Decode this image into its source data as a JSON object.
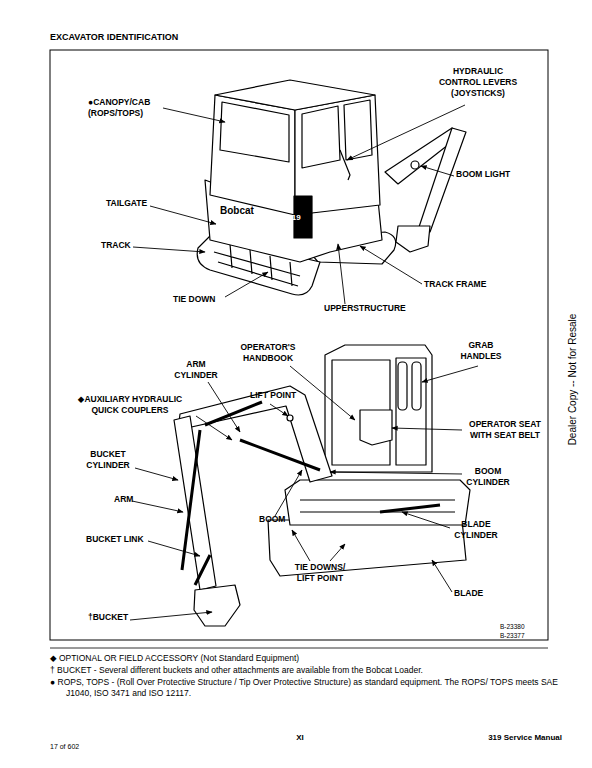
{
  "diagram": {
    "title": "EXCAVATOR IDENTIFICATION",
    "labels": [
      "●CANOPY/CAB (ROPS/TOPS)",
      "HYDRAULIC CONTROL LEVERS (JOYSTICKS)",
      "BOOM LIGHT",
      "TAILGATE",
      "Bobcat",
      "319",
      "TRACK",
      "TRACK FRAME",
      "TIE DOWN",
      "UPPERSTRUCTURE",
      "OPERATOR'S HANDBOOK",
      "GRAB HANDLES",
      "ARM CYLINDER",
      "LIFT POINT",
      "◆AUXILIARY HYDRAULIC QUICK COUPLERS",
      "OPERATOR SEAT WITH SEAT BELT",
      "BUCKET CYLINDER",
      "BOOM CYLINDER",
      "ARM",
      "BOOM",
      "BLADE CYLINDER",
      "BUCKET LINK",
      "TIE DOWNS/ LIFT POINT",
      "BLADE",
      "†BUCKET",
      "B-23380",
      "B-23377",
      "Dealer Copy -- Not for Resale",
      "◆ OPTIONAL OR FIELD ACCESSORY (Not Standard Equipment)",
      "† BUCKET - Several different buckets and other attachments are available from the Bobcat Loader.",
      "● ROPS, TOPS - (Roll Over Protective Structure / Tip Over Protective Structure) as standard equipment. The ROPS/ TOPS meets SAE J1040, ISO 3471 and ISO 12117.",
      "17 of 602",
      "XI",
      "319 Service Manual"
    ]
  }
}
